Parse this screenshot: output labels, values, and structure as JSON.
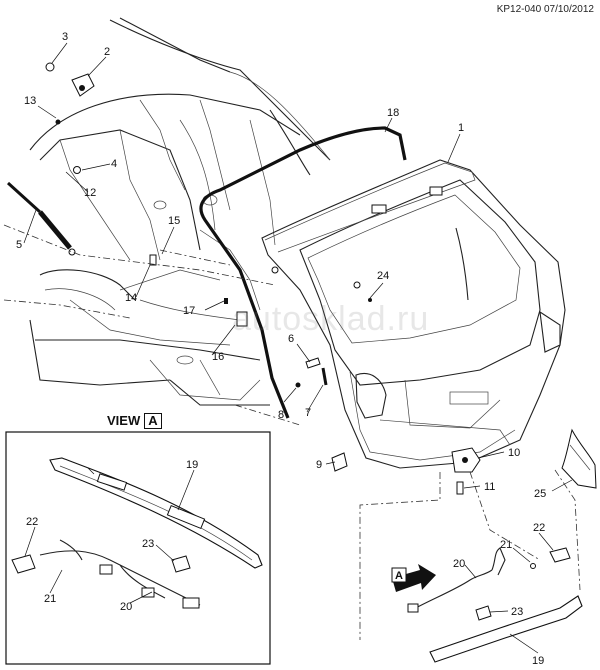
{
  "header": {
    "code": "KP12-040 07/10/2012"
  },
  "watermark": "autosklad.ru",
  "view": {
    "label": "VIEW",
    "letter": "A"
  },
  "arrow_letter": "A",
  "callouts": {
    "c1": "1",
    "c2": "2",
    "c3": "3",
    "c4": "4",
    "c5": "5",
    "c6": "6",
    "c7": "7",
    "c8": "8",
    "c9": "9",
    "c10": "10",
    "c11": "11",
    "c12": "12",
    "c13": "13",
    "c14": "14",
    "c15": "15",
    "c16": "16",
    "c17": "17",
    "c18": "18",
    "c19": "19",
    "c20": "20",
    "c21": "21",
    "c22": "22",
    "c23": "23",
    "c24": "24",
    "c25": "25",
    "v19": "19",
    "v20": "20",
    "v21": "21",
    "v22": "22",
    "v23": "23"
  }
}
